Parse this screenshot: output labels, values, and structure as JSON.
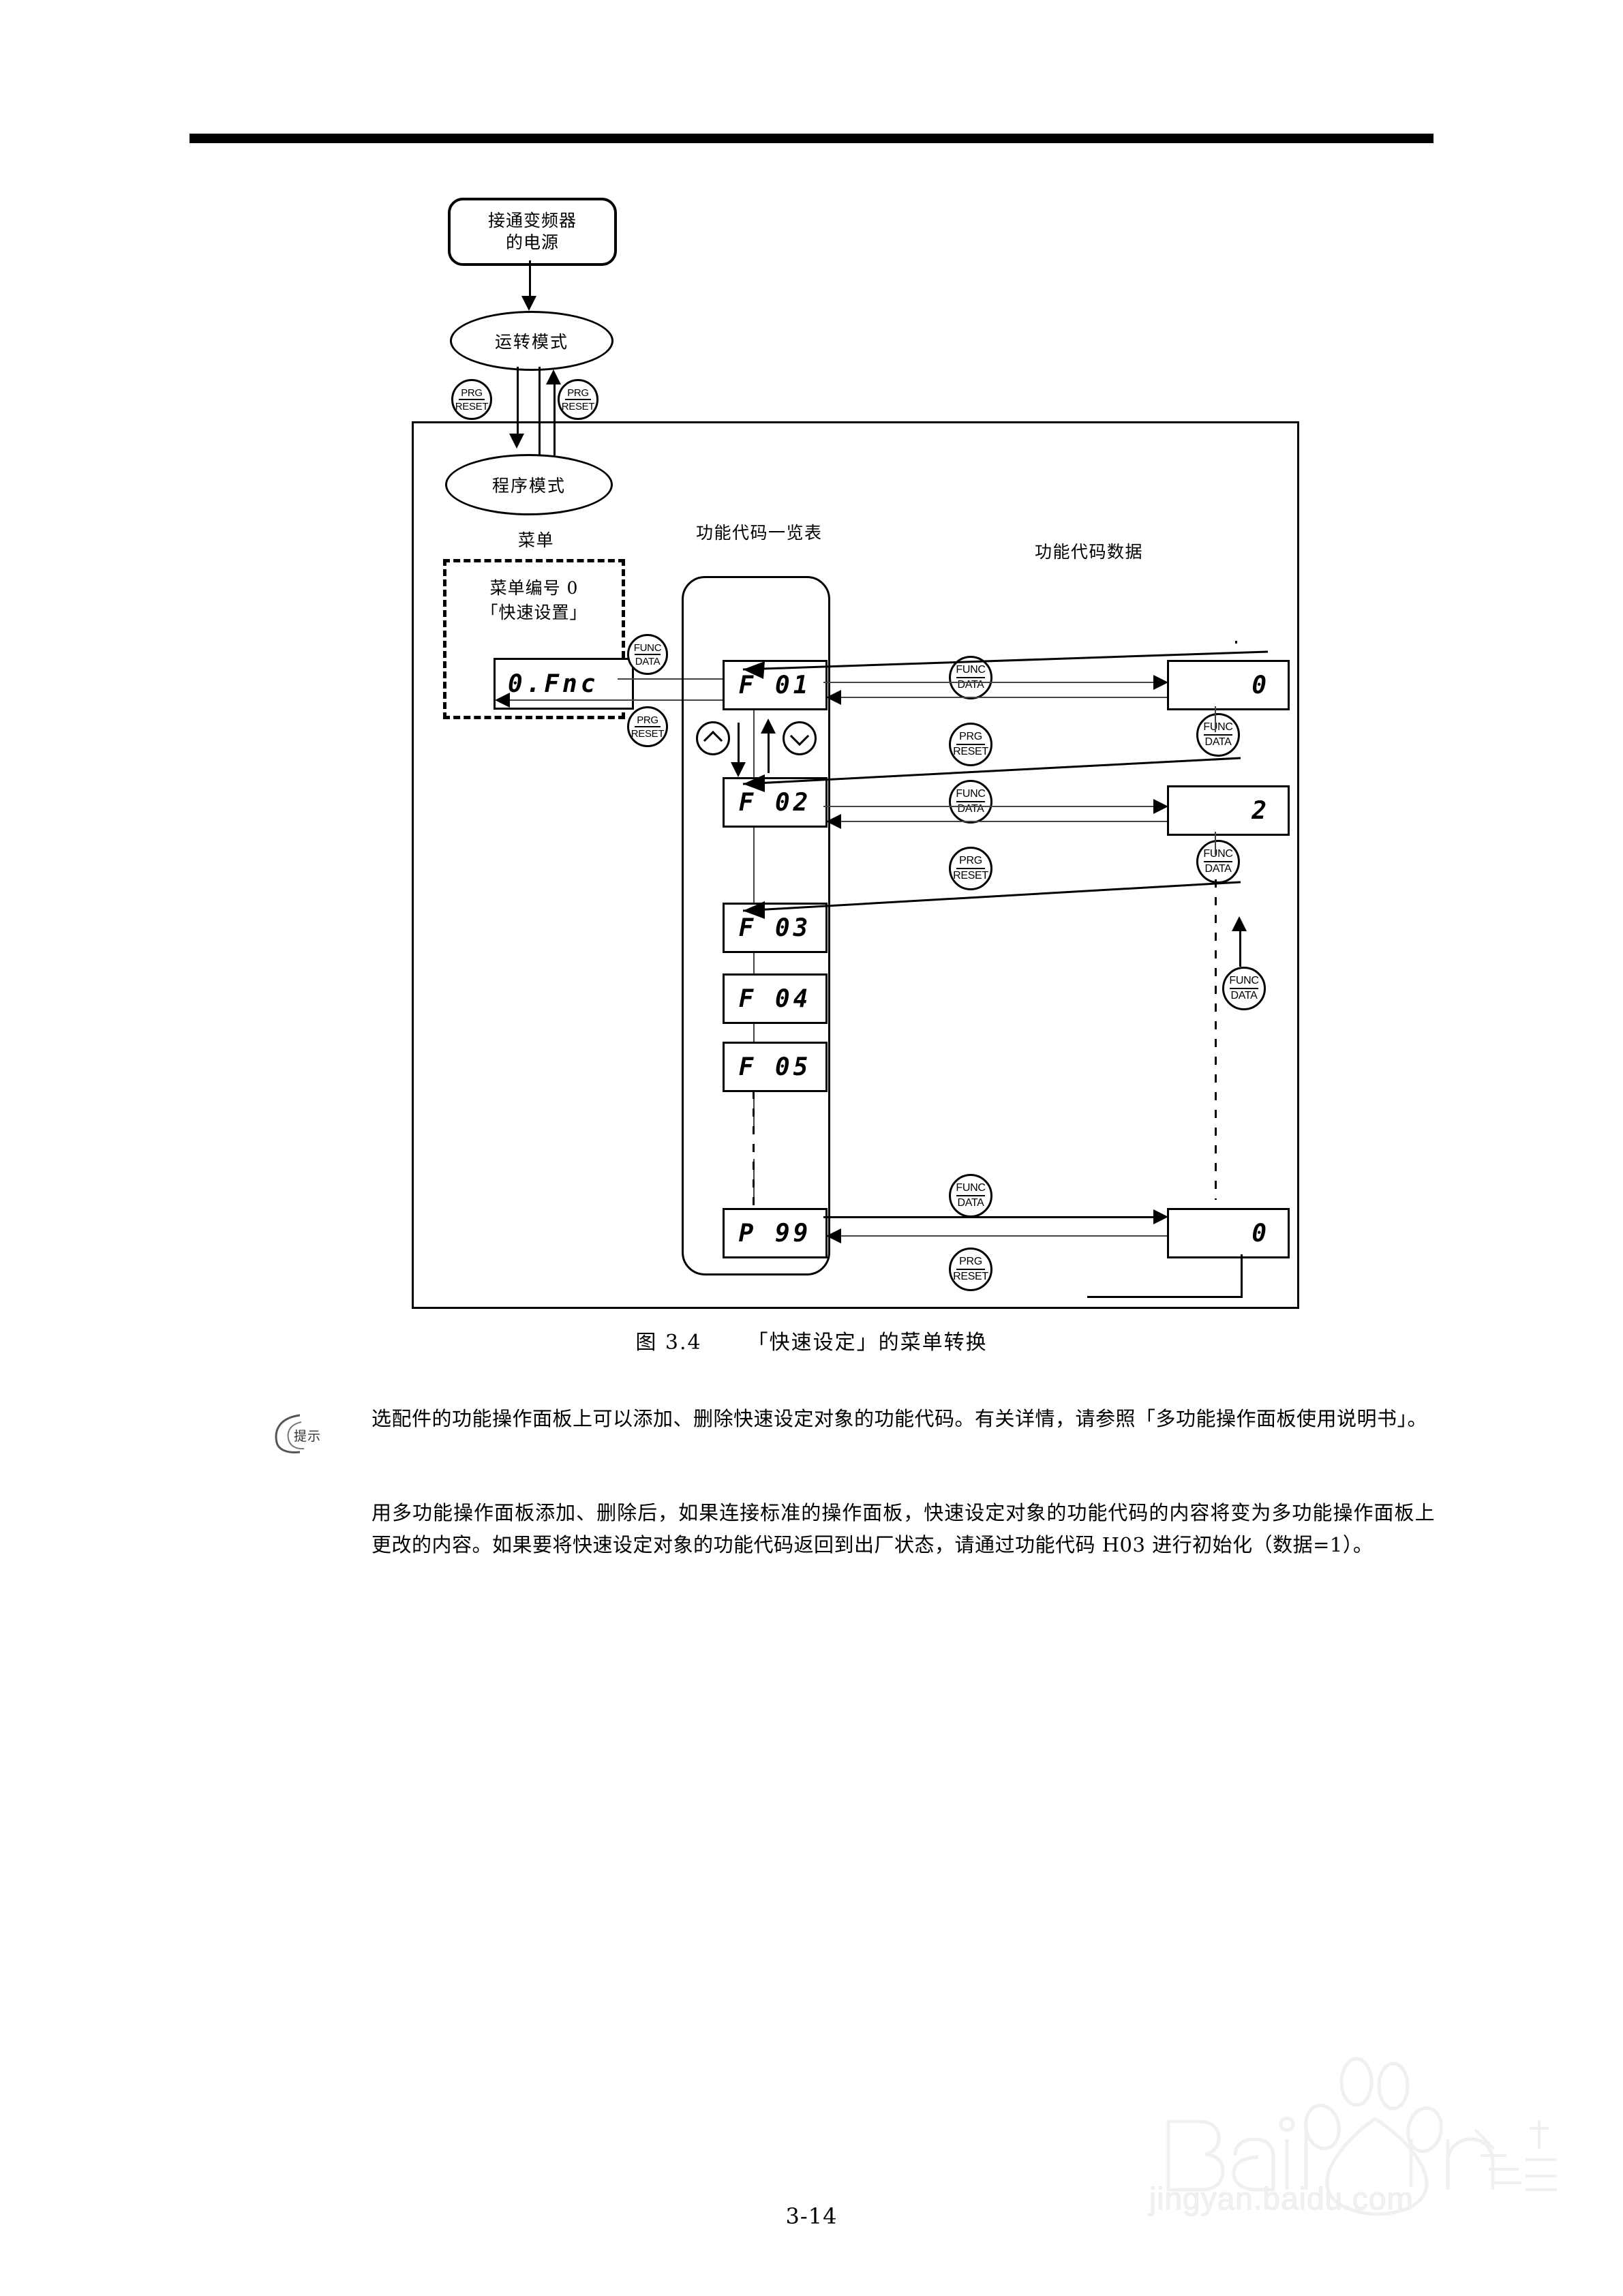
{
  "page": {
    "number": "3-14"
  },
  "flow": {
    "power_on": "接通变频器\n的电源",
    "power_on_line1": "接通变频器",
    "power_on_line2": "的电源",
    "run_mode": "运转模式",
    "program_mode": "程序模式"
  },
  "keys": {
    "prg_top": "PRG",
    "prg_bottom": "RESET",
    "func_top": "FUNC",
    "func_bottom": "DATA",
    "up_arrow": "up-arrow",
    "down_arrow": "down-arrow"
  },
  "columns": {
    "menu_label": "菜单",
    "code_list_label": "功能代码一览表",
    "code_data_label": "功能代码数据"
  },
  "menu": {
    "note_line1": "菜单编号 0",
    "note_line2": "「快速设置」",
    "display": "0.Fnc"
  },
  "code_list": [
    {
      "display": "F 01"
    },
    {
      "display": "F 02"
    },
    {
      "display": "F 03"
    },
    {
      "display": "F 04"
    },
    {
      "display": "F 05"
    },
    {
      "display": "P 99"
    }
  ],
  "code_data": [
    {
      "display": "0"
    },
    {
      "display": "2"
    },
    {
      "display": "0"
    }
  ],
  "figure": {
    "caption_number": "图 3.4",
    "caption_text": "「快速设定」的菜单转换"
  },
  "note": {
    "badge": "提示",
    "paragraph1": "选配件的功能操作面板上可以添加、删除快速设定对象的功能代码。有关详情，请参照「多功能操作面板使用说明书」。",
    "paragraph2": "用多功能操作面板添加、删除后，如果连接标准的操作面板，快速设定对象的功能代码的内容将变为多功能操作面板上更改的内容。如果要将快速设定对象的功能代码返回到出厂状态，请通过功能代码 H03 进行初始化（数据=1）。"
  },
  "watermark": {
    "brand": "Baidu 经验",
    "url": "jingyan.baidu.com"
  },
  "colors": {
    "ink": "#000000",
    "rule": "#000000",
    "watermark": "#f0f0f0"
  }
}
